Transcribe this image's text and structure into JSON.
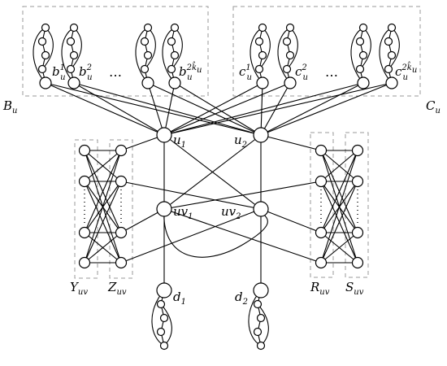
{
  "labels": {
    "B": {
      "base": "B",
      "sub": "u"
    },
    "C": {
      "base": "C",
      "sub": "u"
    },
    "Y": {
      "base": "Y",
      "sub": "uv"
    },
    "Z": {
      "base": "Z",
      "sub": "uv"
    },
    "R": {
      "base": "R",
      "sub": "uv"
    },
    "S": {
      "base": "S",
      "sub": "uv"
    },
    "u1": {
      "base": "u",
      "sub": "1"
    },
    "u2": {
      "base": "u",
      "sub": "2"
    },
    "uv1": {
      "base": "uv",
      "sub": "1"
    },
    "uv2": {
      "base": "uv",
      "sub": "2"
    },
    "d1": {
      "base": "d",
      "sub": "1"
    },
    "d2": {
      "base": "d",
      "sub": "2"
    },
    "b1": {
      "base": "b",
      "sub": "u",
      "sup": "1"
    },
    "b2": {
      "base": "b",
      "sub": "u",
      "sup": "2"
    },
    "bk": {
      "base": "b",
      "sub": "u",
      "sup": "2k̂",
      "supsub": "u"
    },
    "c1": {
      "base": "c",
      "sub": "u",
      "sup": "1"
    },
    "c2": {
      "base": "c",
      "sub": "u",
      "sup": "2"
    },
    "ck": {
      "base": "c",
      "sub": "u",
      "sup": "2k̂",
      "supsub": "u"
    }
  },
  "ellipsis": "…",
  "vdots": "⋮"
}
